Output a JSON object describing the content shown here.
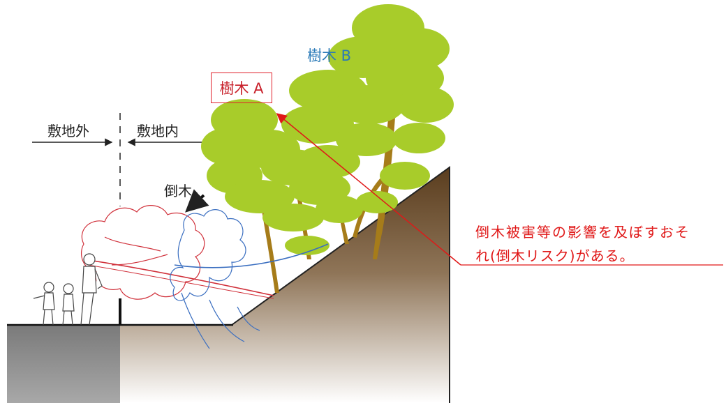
{
  "labels": {
    "outside": "敷地外",
    "inside": "敷地内",
    "fallen_tree": "倒木",
    "tree_a": "樹木 A",
    "tree_b": "樹木 B"
  },
  "risk_note": {
    "line1": "倒木被害等の影響を及ぼすおそ",
    "line2": "れ(倒木リスク)がある。"
  },
  "colors": {
    "tree_foliage": "#a8cc2a",
    "tree_trunk": "#a67c1a",
    "fallen_tree_red": "#d0303a",
    "fallen_tree_blue": "#3a6ec0",
    "road": "#8c8c8c",
    "soil_dark": "#5a3d1e",
    "risk_red": "#e01818",
    "tree_b_label": "#2a7ab8"
  }
}
